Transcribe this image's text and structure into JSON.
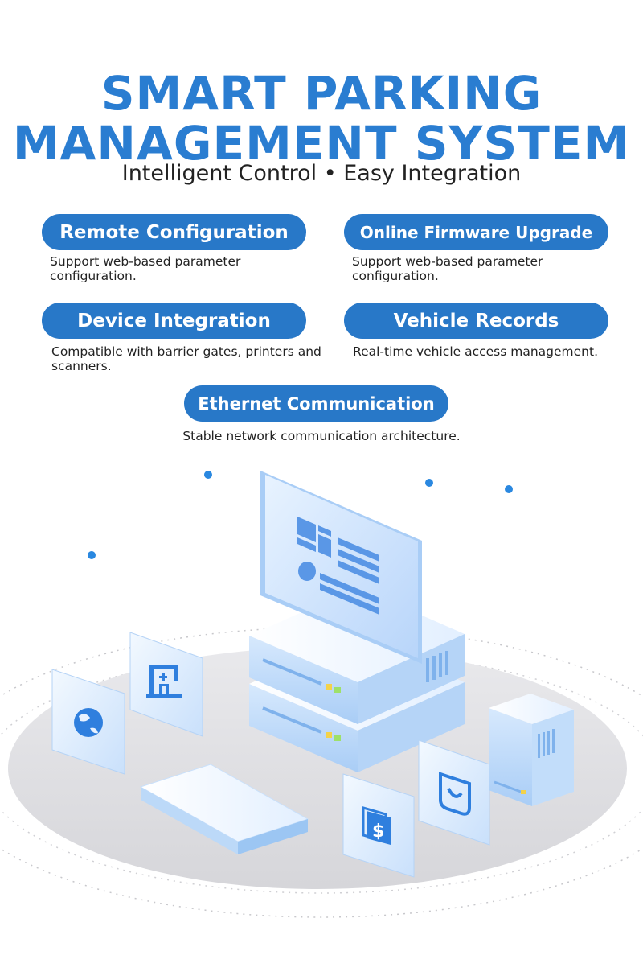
{
  "header": {
    "title_line1": "SMART PARKING",
    "title_line2": "MANAGEMENT SYSTEM",
    "subtitle": "Intelligent Control • Easy Integration"
  },
  "features": [
    {
      "label": "Remote Configuration",
      "description": "Support web-based parameter configuration."
    },
    {
      "label": "Online Firmware Upgrade",
      "description": "Support web-based parameter configuration."
    },
    {
      "label": "Device Integration",
      "description": "Compatible with barrier gates, printers and scanners."
    },
    {
      "label": "Vehicle Records",
      "description": "Real-time vehicle access management."
    },
    {
      "label": "Ethernet Communication",
      "description": "Stable network communication architecture."
    }
  ],
  "illustration": {
    "icons": [
      "globe-icon",
      "building-icon",
      "dollar-card-icon",
      "shopping-bag-icon",
      "dashboard-screen-icon"
    ]
  },
  "colors": {
    "accent": "#2878c8",
    "title": "#2a7dd1",
    "light_blue": "#cfe4fb"
  }
}
